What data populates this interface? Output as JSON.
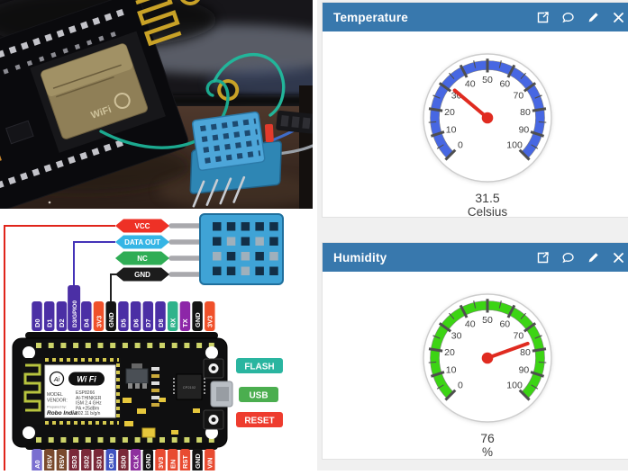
{
  "widgets": [
    {
      "title": "Temperature",
      "value": "31.5",
      "units": "Celsius",
      "header_color": "#3878ad",
      "actions": [
        "expand",
        "comment",
        "edit",
        "close"
      ]
    },
    {
      "title": "Humidity",
      "value": "76",
      "units": "%",
      "header_color": "#3878ad",
      "actions": [
        "expand",
        "comment",
        "edit",
        "close"
      ]
    }
  ],
  "chart_data": [
    {
      "type": "gauge",
      "title": "Temperature",
      "min": 0,
      "max": 100,
      "value": 31.5,
      "units": "Celsius",
      "tick_labels": [
        0,
        10,
        20,
        30,
        40,
        50,
        60,
        70,
        80,
        90,
        100
      ],
      "minor_tick_step": 5,
      "start_angle_deg": -135,
      "end_angle_deg": 135,
      "arc_color": "#4767e2",
      "needle_color": "#e02b20",
      "tick_color": "#4f4f4f",
      "label_color": "#404040"
    },
    {
      "type": "gauge",
      "title": "Humidity",
      "min": 0,
      "max": 100,
      "value": 76,
      "units": "%",
      "tick_labels": [
        0,
        10,
        20,
        30,
        40,
        50,
        60,
        70,
        80,
        90,
        100
      ],
      "minor_tick_step": 5,
      "start_angle_deg": -135,
      "end_angle_deg": 135,
      "arc_color": "#3cd414",
      "needle_color": "#e02b20",
      "tick_color": "#4f4f4f",
      "label_color": "#404040"
    }
  ],
  "diagram": {
    "sensor_pins": [
      {
        "label": "VCC",
        "color": "#ee3126",
        "wire": "red"
      },
      {
        "label": "DATA OUT",
        "color": "#35b5e5",
        "wire": "blue"
      },
      {
        "label": "NC",
        "color": "#2fad55",
        "wire": null
      },
      {
        "label": "GND",
        "color": "#1c1c1c",
        "wire": "black"
      }
    ],
    "top_pins": [
      {
        "label": "D0",
        "color": "#4b2fa5"
      },
      {
        "label": "D1",
        "color": "#4b2fa5"
      },
      {
        "label": "D2",
        "color": "#4b2fa5"
      },
      {
        "label": "D3/GPIO0",
        "color": "#4b2fa5",
        "tall": true
      },
      {
        "label": "D4",
        "color": "#4b2fa5"
      },
      {
        "label": "3V3",
        "color": "#f0512b"
      },
      {
        "label": "GND",
        "color": "#141414"
      },
      {
        "label": "D5",
        "color": "#4b2fa5"
      },
      {
        "label": "D6",
        "color": "#4b2fa5"
      },
      {
        "label": "D7",
        "color": "#4b2fa5"
      },
      {
        "label": "D8",
        "color": "#4b2fa5"
      },
      {
        "label": "RX",
        "color": "#2fb38b"
      },
      {
        "label": "TX",
        "color": "#8d26a8"
      },
      {
        "label": "GND",
        "color": "#141414"
      },
      {
        "label": "3V3",
        "color": "#f0512b"
      }
    ],
    "bottom_pins": [
      {
        "label": "A0",
        "color": "#7a6fd0"
      },
      {
        "label": "RSV",
        "color": "#7a4a2e"
      },
      {
        "label": "RSV",
        "color": "#7a4a2e"
      },
      {
        "label": "SD3",
        "color": "#7a2838"
      },
      {
        "label": "SD2",
        "color": "#7a2838"
      },
      {
        "label": "SD1",
        "color": "#7a2838"
      },
      {
        "label": "CMD",
        "color": "#4053c0"
      },
      {
        "label": "SD0",
        "color": "#7a2838"
      },
      {
        "label": "CLK",
        "color": "#8e2f9e"
      },
      {
        "label": "GND",
        "color": "#141414"
      },
      {
        "label": "3V3",
        "color": "#e84b31"
      },
      {
        "label": "EN",
        "color": "#e84b31"
      },
      {
        "label": "RST",
        "color": "#e84b31"
      },
      {
        "label": "GND",
        "color": "#141414"
      },
      {
        "label": "VIN",
        "color": "#e84b31"
      }
    ],
    "module": {
      "logo_ai": "Ai",
      "logo_wifi": "Wi Fi",
      "model_line1": "MODEL",
      "model_line2": "VENDOR:",
      "chip_lines": [
        "ESP8266",
        "AI-THINKER",
        "ISM 2.4 GHz",
        "PA +25dBm",
        "802.11 b/g/n"
      ],
      "prepared_by": "Prepared by:",
      "brand": "Robo India",
      "usb_chip": "CP2102"
    },
    "side_labels": [
      {
        "text": "FLASH",
        "color": "#2ab5a0"
      },
      {
        "text": "USB",
        "color": "#4bae4f"
      },
      {
        "text": "RESET",
        "color": "#ee3c2e"
      }
    ]
  },
  "photo": {
    "shield_text": "WiFi"
  }
}
